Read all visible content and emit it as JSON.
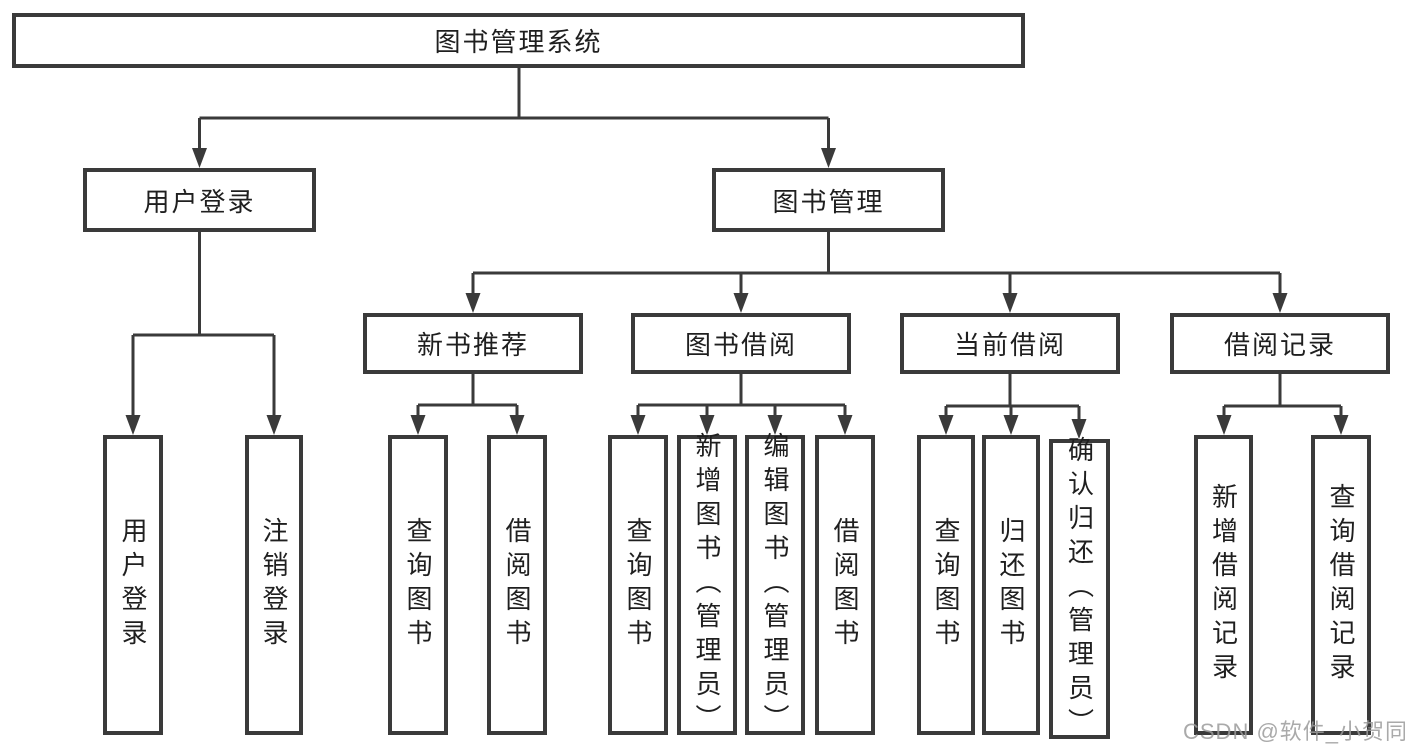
{
  "diagram": {
    "root": {
      "label": "图书管理系统"
    },
    "level2": [
      {
        "label": "用户登录"
      },
      {
        "label": "图书管理"
      }
    ],
    "level3": [
      {
        "label": "新书推荐"
      },
      {
        "label": "图书借阅"
      },
      {
        "label": "当前借阅"
      },
      {
        "label": "借阅记录"
      }
    ],
    "leaves": {
      "user_login": [
        "用户登录",
        "注销登录"
      ],
      "new_book": [
        "查询图书",
        "借阅图书"
      ],
      "book_borrow": [
        "查询图书",
        "新增图书（管理员）",
        "编辑图书（管理员）",
        "借阅图书"
      ],
      "current_borrow": [
        "查询图书",
        "归还图书",
        "确认归还（管理员）"
      ],
      "borrow_records": [
        "新增借阅记录",
        "查询借阅记录"
      ]
    },
    "colors": {
      "line": "#3a3a3a",
      "text": "#1f1f1f",
      "box_background": "#ffffff"
    }
  },
  "watermark": {
    "text": "CSDN @软件_小贺同学",
    "color": "#9c9c9c"
  }
}
